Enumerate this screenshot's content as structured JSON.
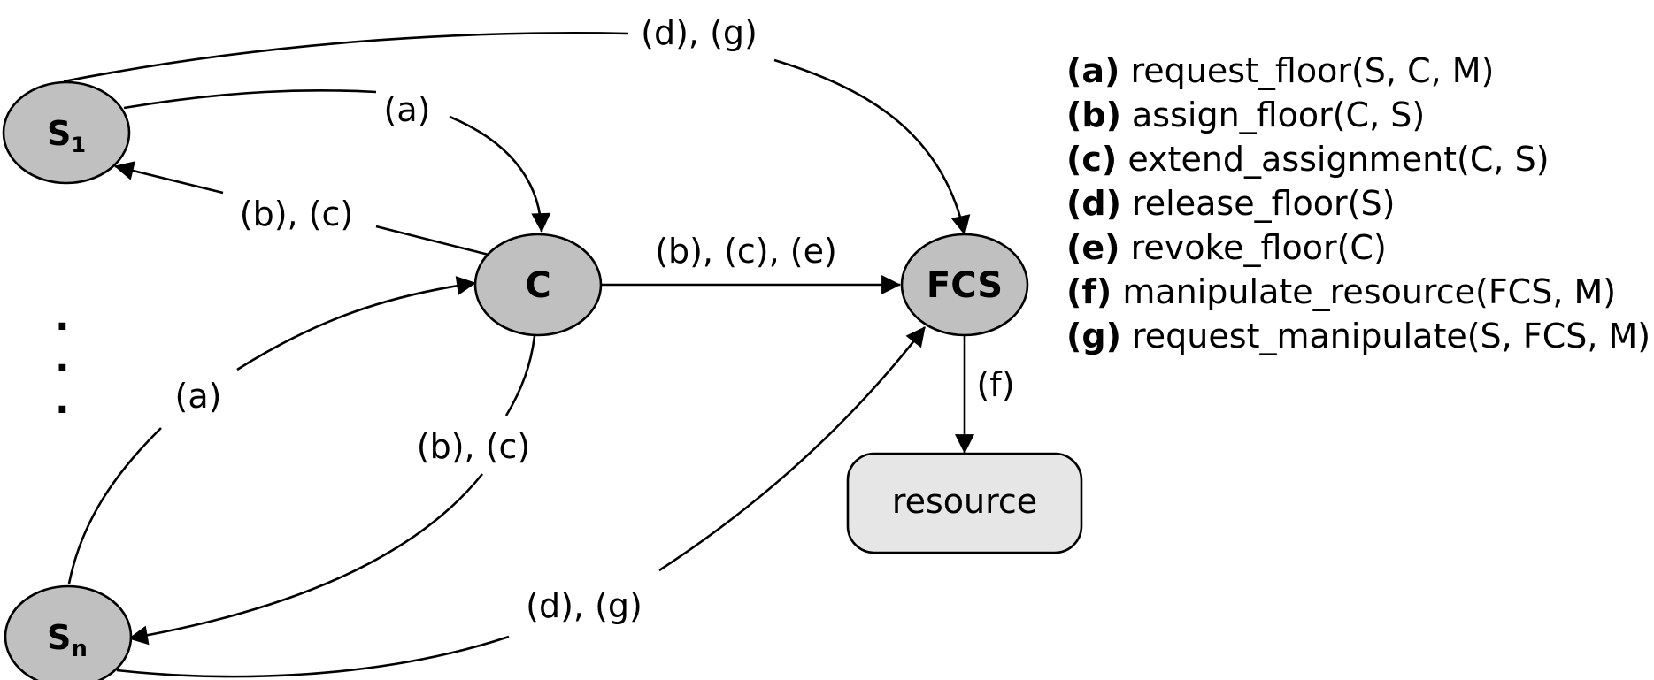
{
  "nodes": {
    "s1": {
      "label": "S",
      "sub": "1"
    },
    "sn": {
      "label": "S",
      "sub": "n"
    },
    "c": {
      "label": "C"
    },
    "fcs": {
      "label": "FCS"
    },
    "resource": {
      "label": "resource"
    }
  },
  "edge_labels": {
    "s1_fcs": "(d), (g)",
    "s1_c": "(a)",
    "c_s1": "(b), (c)",
    "c_fcs": "(b), (c), (e)",
    "sn_c": "(a)",
    "c_sn": "(b), (c)",
    "sn_fcs": "(d), (g)",
    "fcs_resource": "(f)"
  },
  "ellipsis": ".",
  "legend": [
    {
      "key": "(a)",
      "text": "request_floor(S, C, M)"
    },
    {
      "key": "(b)",
      "text": "assign_floor(C, S)"
    },
    {
      "key": "(c)",
      "text": "extend_assignment(C, S)"
    },
    {
      "key": "(d)",
      "text": "release_floor(S)"
    },
    {
      "key": "(e)",
      "text": "revoke_floor(C)"
    },
    {
      "key": "(f)",
      "text": " manipulate_resource(FCS, M)"
    },
    {
      "key": "(g)",
      "text": "request_manipulate(S, FCS, M)"
    }
  ]
}
